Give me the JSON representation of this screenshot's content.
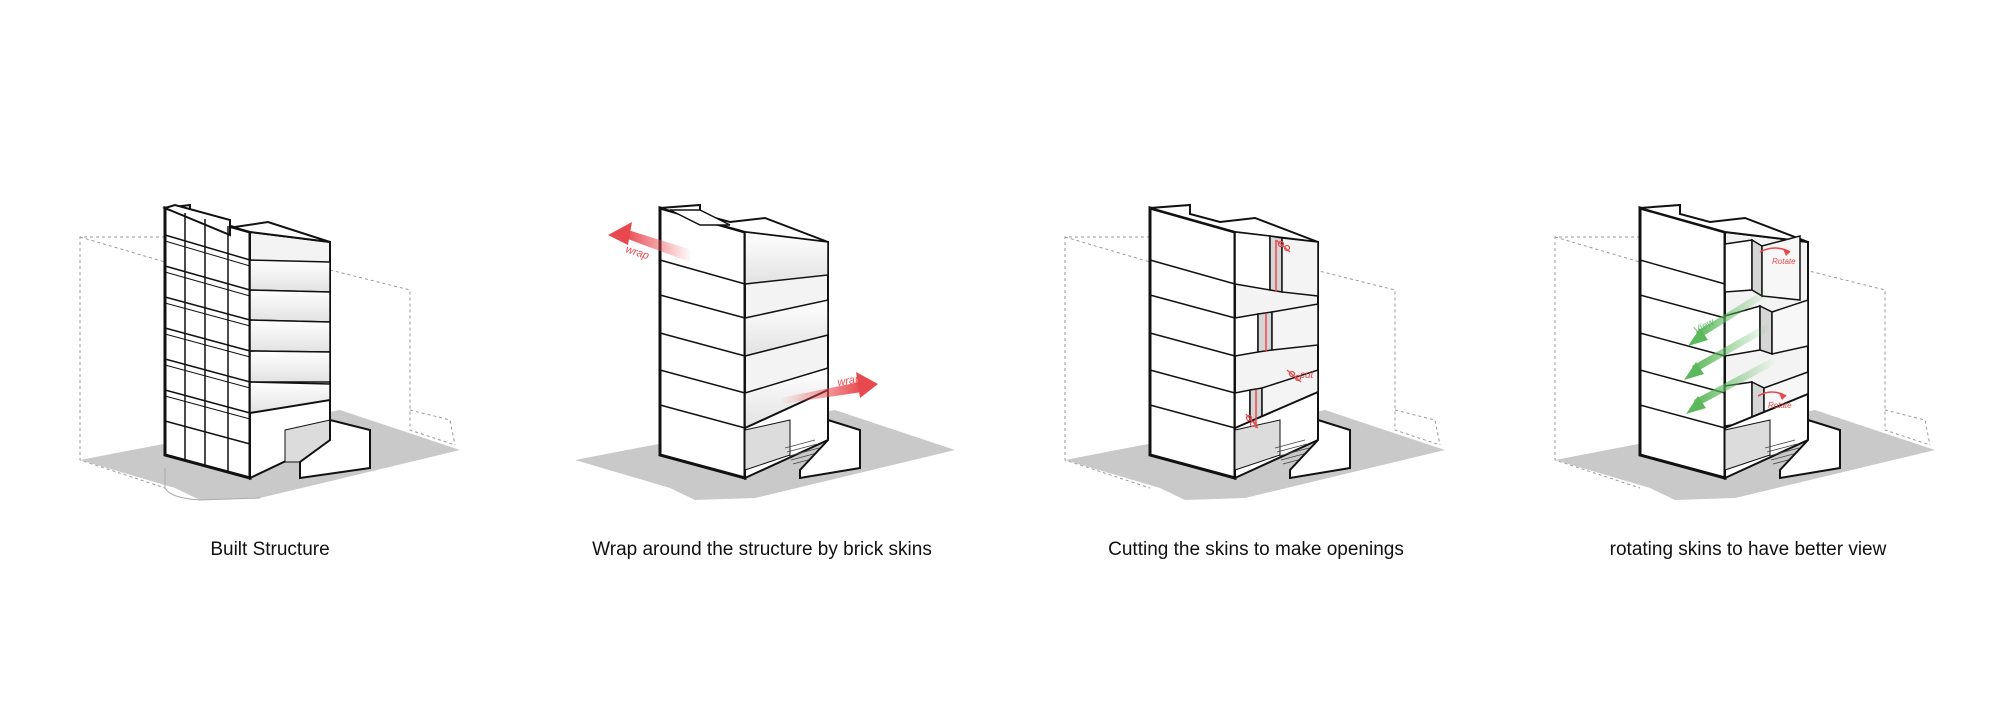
{
  "steps": [
    {
      "caption": "Built Structure",
      "annotations": []
    },
    {
      "caption": "Wrap around the structure by brick skins",
      "annotations": [
        {
          "text": "wrap"
        },
        {
          "text": "wrap"
        }
      ]
    },
    {
      "caption": "Cutting the skins to make openings",
      "annotations": [
        {
          "text": "cut"
        }
      ]
    },
    {
      "caption": "rotating skins to have better view",
      "annotations": [
        {
          "text": "Rotate"
        },
        {
          "text": "View"
        },
        {
          "text": "Rotate"
        }
      ]
    }
  ],
  "colors": {
    "line": "#111111",
    "ground": "#c9c9c9",
    "ghost": "#9a9a9a",
    "shade": "#e6e6e6",
    "red": "#e8494e",
    "green": "#5cb85c"
  }
}
